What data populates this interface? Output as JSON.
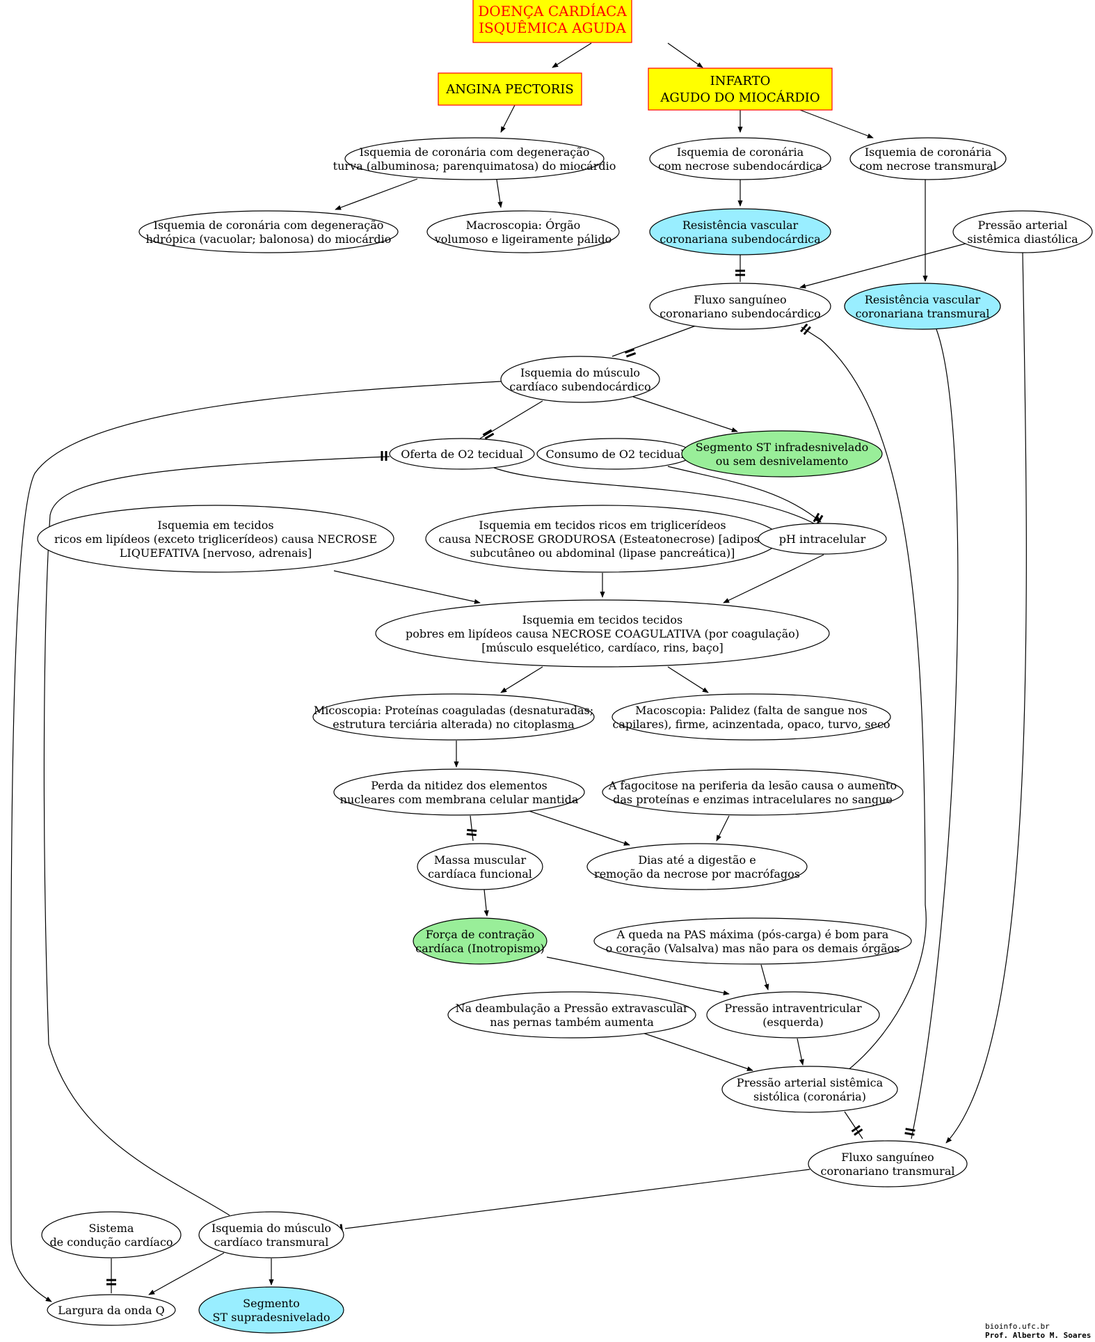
{
  "colors": {
    "title_fill": "#ffff00",
    "title_border": "#ff0000",
    "title_text": "#ff0000",
    "cyan": "#99eeff",
    "green": "#99ee99",
    "white": "#ffffff"
  },
  "nodes": {
    "doenca": {
      "lines": [
        "DOENÇA CARDÍACA",
        "ISQUÊMICA AGUDA"
      ]
    },
    "angina": {
      "lines": [
        "ANGINA PECTORIS"
      ]
    },
    "infarto": {
      "lines": [
        "INFARTO",
        "AGUDO DO MIOCÁRDIO"
      ]
    },
    "isq_deg_turva": {
      "lines": [
        "Isquemia de coronária com degeneração",
        "turva (albuminosa; parenquimatosa) do miocárdio"
      ]
    },
    "isq_necrose_subendo": {
      "lines": [
        "Isquemia de coronária",
        "com necrose subendocárdica"
      ]
    },
    "isq_necrose_trans": {
      "lines": [
        "Isquemia de coronária",
        "com necrose transmural"
      ]
    },
    "isq_deg_hidropica": {
      "lines": [
        "Isquemia de coronária com degeneração",
        "hdrópica (vacuolar; balonosa) do miocárdio"
      ]
    },
    "macroscopia_orgao": {
      "lines": [
        "Macroscopia: Órgão",
        "volumoso e ligeiramente pálido"
      ]
    },
    "resist_subendo": {
      "lines": [
        "Resistência vascular",
        "coronariana subendocárdica"
      ]
    },
    "pressao_diastolica": {
      "lines": [
        "Pressão arterial",
        "sistêmica diastólica"
      ]
    },
    "fluxo_subendo": {
      "lines": [
        "Fluxo sanguíneo",
        "coronariano subendocárdico"
      ]
    },
    "resist_trans": {
      "lines": [
        "Resistência vascular",
        "coronariana transmural"
      ]
    },
    "isq_musculo_subendo": {
      "lines": [
        "Isquemia do músculo",
        "cardíaco subendocárdico"
      ]
    },
    "oferta_o2": {
      "lines": [
        "Oferta de O2 tecidual"
      ]
    },
    "consumo_o2": {
      "lines": [
        "Consumo de O2 tecidual"
      ]
    },
    "segmento_st_infra": {
      "lines": [
        "Segmento ST infradesnivelado",
        "ou sem desnivelamento"
      ]
    },
    "necrose_liquefativa": {
      "lines": [
        "Isquemia em tecidos",
        "ricos em lipídeos (exceto triglicerídeos) causa NECROSE",
        "LIQUEFATIVA [nervoso, adrenais]"
      ]
    },
    "necrose_gordurosa": {
      "lines": [
        "Isquemia em tecidos ricos em triglicerídeos",
        "causa NECROSE GRODUROSA (Esteatonecrose) [adiposo",
        "subcutâneo ou abdominal (lipase pancreática)]"
      ]
    },
    "ph_intracelular": {
      "lines": [
        "pH intracelular"
      ]
    },
    "necrose_coagulativa": {
      "lines": [
        "Isquemia em tecidos tecidos",
        "pobres em lipídeos causa NECROSE COAGULATIVA (por coagulação)",
        "[músculo esquelético, cardíaco, rins, baço]"
      ]
    },
    "microscopia": {
      "lines": [
        "Micoscopia: Proteínas coaguladas (desnaturadas;",
        "estrutura terciária alterada) no citoplasma"
      ]
    },
    "macroscopia_palidez": {
      "lines": [
        "Macoscopia: Palidez (falta de sangue nos",
        "capilares), firme, acinzentada, opaco, turvo, seco"
      ]
    },
    "perda_nitidez": {
      "lines": [
        "Perda da nitidez dos elementos",
        "nucleares com membrana celular mantida"
      ]
    },
    "fagocitose": {
      "lines": [
        "A fagocitose na periferia da lesão causa o aumento",
        "das proteínas e enzimas intracelulares no sangue"
      ]
    },
    "massa_muscular": {
      "lines": [
        "Massa muscular",
        "cardíaca funcional"
      ]
    },
    "dias_digestao": {
      "lines": [
        "Dias até a digestão e",
        "remoção da necrose por macrófagos"
      ]
    },
    "forca_contracao": {
      "lines": [
        "Força de contração",
        "cardíaca (Inotropismo)"
      ]
    },
    "queda_pas": {
      "lines": [
        "A queda na PAS máxima (pós-carga) é bom para",
        "o coração (Valsalva) mas não para os demais órgãos"
      ]
    },
    "deambulacao": {
      "lines": [
        "Na deambulação a Pressão extravascular",
        "nas pernas também aumenta"
      ]
    },
    "pressao_intraventricular": {
      "lines": [
        "Pressão intraventricular",
        "(esquerda)"
      ]
    },
    "pressao_sistolica": {
      "lines": [
        "Pressão arterial sistêmica",
        "sistólica (coronária)"
      ]
    },
    "fluxo_trans": {
      "lines": [
        "Fluxo sanguíneo",
        "coronariano transmural"
      ]
    },
    "sistema_conducao": {
      "lines": [
        "Sistema",
        "de condução cardíaco"
      ]
    },
    "isq_musculo_trans": {
      "lines": [
        "Isquemia do músculo",
        "cardíaco transmural"
      ]
    },
    "largura_onda_q": {
      "lines": [
        "Largura da onda Q"
      ]
    },
    "segmento_st_supra": {
      "lines": [
        "Segmento",
        "ST supradesnivelado"
      ]
    }
  },
  "footer": {
    "site": "bioinfo.ufc.br",
    "author": "Prof. Alberto M. Soares"
  }
}
